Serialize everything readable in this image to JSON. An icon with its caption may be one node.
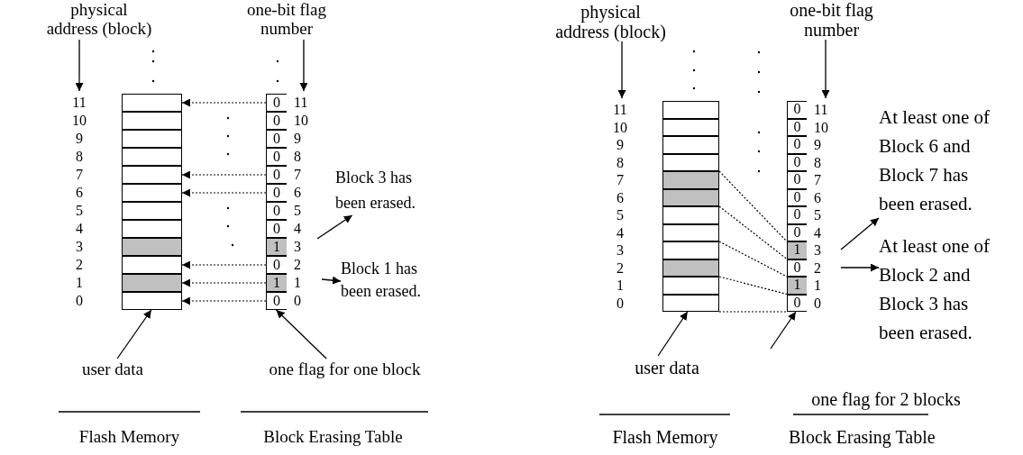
{
  "diagram": {
    "nodes": [
      {
        "text": [
          "physical address (block)"
        ]
      },
      {
        "text": [
          "one-bit flag number"
        ]
      },
      {
        "text": [],
        "shape": "box",
        "beside": [
          "11"
        ]
      },
      {
        "text": [],
        "shape": "box",
        "beside": [
          "10"
        ]
      },
      {
        "text": [],
        "shape": "box",
        "beside": [
          "9"
        ]
      },
      {
        "text": [],
        "shape": "box",
        "beside": [
          "8"
        ]
      },
      {
        "text": [],
        "shape": "box",
        "beside": [
          "7"
        ]
      },
      {
        "text": [],
        "shape": "box",
        "beside": [
          "6"
        ]
      },
      {
        "text": [],
        "shape": "box",
        "beside": [
          "5"
        ]
      },
      {
        "text": [],
        "shape": "box",
        "beside": [
          "4"
        ]
      },
      {
        "text": [],
        "shape": "box",
        "beside": [
          "3"
        ]
      },
      {
        "text": [],
        "shape": "box",
        "beside": [
          "2"
        ]
      },
      {
        "text": [],
        "shape": "box",
        "beside": [
          "1"
        ]
      },
      {
        "text": [],
        "shape": "box",
        "beside": [
          "0"
        ]
      },
      {
        "text": [
          "0"
        ],
        "beside": [
          "11"
        ]
      },
      {
        "text": [
          "0"
        ],
        "beside": [
          "10"
        ]
      },
      {
        "text": [
          "0"
        ],
        "beside": [
          "9"
        ]
      },
      {
        "text": [
          "0"
        ],
        "beside": [
          "8"
        ]
      },
      {
        "text": [
          "0"
        ],
        "beside": [
          "7"
        ]
      },
      {
        "text": [
          "0"
        ],
        "beside": [
          "6"
        ]
      },
      {
        "text": [
          "0"
        ],
        "beside": [
          "5"
        ]
      },
      {
        "text": [
          "0"
        ],
        "beside": [
          "4"
        ]
      },
      {
        "text": [
          "1"
        ],
        "beside": [
          "3"
        ]
      },
      {
        "text": [
          "0"
        ],
        "beside": [
          "2"
        ]
      },
      {
        "text": [
          "1"
        ],
        "beside": [
          "1"
        ]
      },
      {
        "text": [
          "0"
        ],
        "beside": [
          "0"
        ]
      },
      {
        "text": [
          "Block 3 has been erased."
        ]
      },
      {
        "text": [
          "Block 1 has been erased."
        ]
      },
      {
        "text": [
          "user data"
        ]
      },
      {
        "text": [
          "one flag for one block"
        ]
      },
      {
        "text": [
          "physical address (block)"
        ]
      },
      {
        "text": [
          "one-bit flag number"
        ]
      },
      {
        "text": [],
        "shape": "box",
        "beside": [
          "11"
        ]
      },
      {
        "text": [],
        "shape": "box",
        "beside": [
          "10"
        ]
      },
      {
        "text": [],
        "shape": "box",
        "beside": [
          "9"
        ]
      },
      {
        "text": [],
        "shape": "box",
        "beside": [
          "8"
        ]
      },
      {
        "text": [],
        "shape": "box",
        "beside": [
          "7"
        ]
      },
      {
        "text": [],
        "shape": "box",
        "beside": [
          "6"
        ]
      },
      {
        "text": [],
        "shape": "box",
        "beside": [
          "5"
        ]
      },
      {
        "text": [],
        "shape": "box",
        "beside": [
          "4"
        ]
      },
      {
        "text": [],
        "shape": "box",
        "beside": [
          "3"
        ]
      },
      {
        "text": [],
        "shape": "box",
        "beside": [
          "2"
        ]
      },
      {
        "text": [],
        "shape": "box",
        "beside": [
          "1"
        ]
      },
      {
        "text": [],
        "shape": "box",
        "beside": [
          "0"
        ]
      },
      {
        "text": [
          "0"
        ],
        "beside": [
          "11"
        ]
      },
      {
        "text": [
          "0"
        ],
        "beside": [
          "10"
        ]
      },
      {
        "text": [
          "0"
        ],
        "beside": [
          "9"
        ]
      },
      {
        "text": [
          "0"
        ],
        "beside": [
          "8"
        ]
      },
      {
        "text": [
          "0"
        ],
        "beside": [
          "7"
        ]
      },
      {
        "text": [
          "0"
        ],
        "beside": [
          "6"
        ]
      },
      {
        "text": [
          "0"
        ],
        "beside": [
          "5"
        ]
      },
      {
        "text": [
          "0"
        ],
        "beside": [
          "4"
        ]
      },
      {
        "text": [
          "1"
        ],
        "beside": [
          "3"
        ]
      },
      {
        "text": [
          "0"
        ],
        "beside": [
          "2"
        ]
      },
      {
        "text": [
          "1"
        ],
        "beside": [
          "1"
        ]
      },
      {
        "text": [
          "0"
        ],
        "beside": [
          "0"
        ]
      },
      {
        "text": [
          "At least one of Block 6 and Block 7 has been erased."
        ]
      },
      {
        "text": [
          "At least one of Block 2 and Block 3 has been erased."
        ]
      },
      {
        "text": [
          "user data"
        ]
      }
    ],
    "edges": [
      {
        "from": 0,
        "to": 2,
        "arrow": "to"
      },
      {
        "from": 1,
        "to": 14,
        "arrow": "to"
      },
      {
        "from": 14,
        "to": 2,
        "arrow": "to",
        "style": "dashed"
      },
      {
        "from": 18,
        "to": 6,
        "arrow": "to",
        "style": "dashed"
      },
      {
        "from": 19,
        "to": 7,
        "arrow": "to",
        "style": "dashed"
      },
      {
        "from": 23,
        "to": 11,
        "arrow": "to",
        "style": "dashed"
      },
      {
        "from": 24,
        "to": 12,
        "arrow": "to",
        "style": "dashed"
      },
      {
        "from": 25,
        "to": 13,
        "arrow": "to",
        "style": "dashed"
      },
      {
        "from": null,
        "to": 26,
        "arrow": "to"
      },
      {
        "from": null,
        "to": 27,
        "arrow": "to"
      },
      {
        "from": 28,
        "to": 13,
        "arrow": "to"
      },
      {
        "from": 29,
        "to": 25,
        "arrow": "to"
      },
      {
        "from": 30,
        "to": 32,
        "arrow": "to"
      },
      {
        "from": 31,
        "to": 44,
        "arrow": "to"
      },
      {
        "from": 36,
        "to": 52,
        "arrow": "none",
        "style": "dashed"
      },
      {
        "from": 37,
        "to": 52,
        "arrow": "none",
        "style": "dashed"
      },
      {
        "from": 40,
        "to": 54,
        "arrow": "none",
        "style": "dashed"
      },
      {
        "from": 42,
        "to": 55,
        "arrow": "none",
        "style": "dashed"
      },
      {
        "from": 43,
        "to": 55,
        "arrow": "none",
        "style": "dashed"
      },
      {
        "from": null,
        "to": 56,
        "arrow": "to"
      },
      {
        "from": null,
        "to": 57,
        "arrow": "to"
      },
      {
        "from": 58,
        "to": 43,
        "arrow": "to"
      },
      {
        "from": null,
        "to": 55,
        "arrow": "to"
      }
    ],
    "labels": [
      "Flash Memory",
      "Block Erasing Table",
      "one flag for 2 blocks",
      "Flash Memory",
      "Block Erasing Table"
    ]
  }
}
